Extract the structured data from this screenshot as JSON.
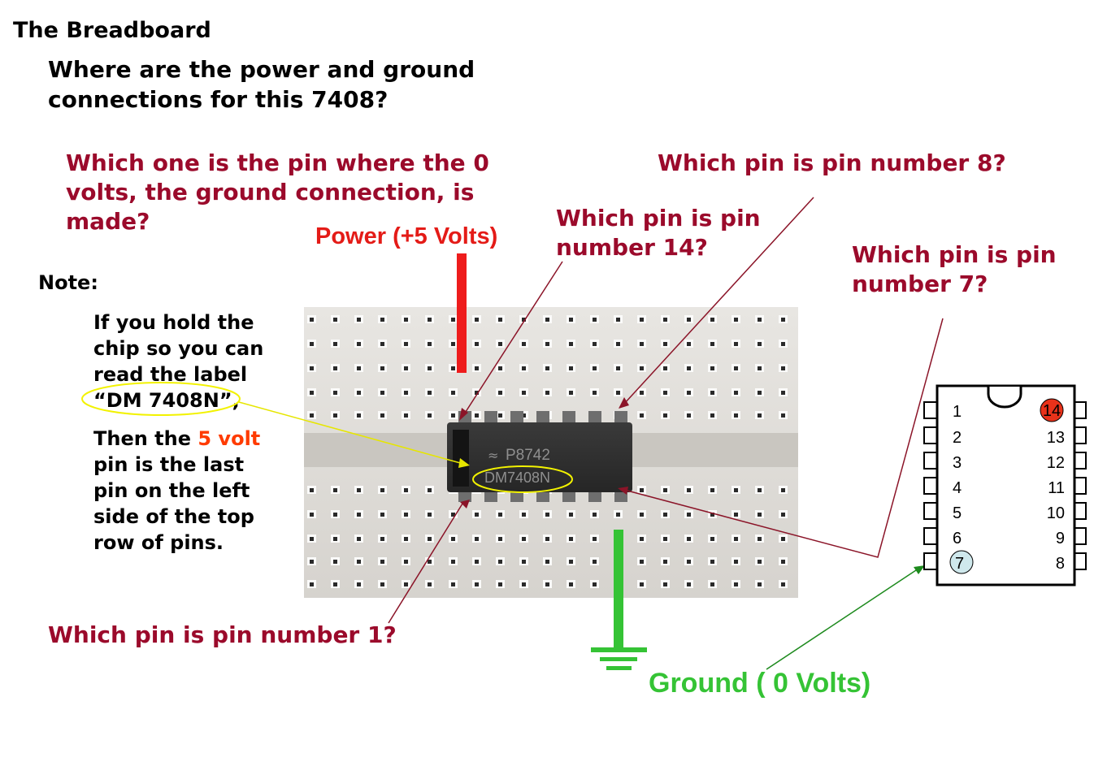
{
  "heading": "The Breadboard",
  "main_question": {
    "line1": "Where are the power and ground",
    "line2": "connections for this 7408?"
  },
  "q_ground_pin": {
    "line1": "Which one is the pin where the 0",
    "line2": "volts, the ground connection, is",
    "line3": "made?"
  },
  "q_pin8": "Which pin is pin number 8?",
  "q_pin14": {
    "line1": "Which pin is pin",
    "line2": "number 14?"
  },
  "q_pin7": {
    "line1": "Which pin is pin",
    "line2": "number 7?"
  },
  "q_pin1": "Which pin is pin number 1?",
  "power_label": "Power (+5 Volts)",
  "ground_label": "Ground ( 0 Volts)",
  "note": {
    "title": "Note:",
    "p1": [
      "If you hold the",
      "chip so you can",
      "read the label",
      "“DM 7408N”,"
    ],
    "p2_prefix": "Then the ",
    "p2_highlight": "5 volt",
    "p2_rest": [
      "pin is the  last",
      "pin on the left",
      "side of the top",
      "row of pins."
    ]
  },
  "chip_print": {
    "line1": "P8742",
    "line2": "DM7408N"
  },
  "pinout": {
    "left": [
      "1",
      "2",
      "3",
      "4",
      "5",
      "6",
      "7"
    ],
    "right": [
      "14",
      "13",
      "12",
      "11",
      "10",
      "9",
      "8"
    ]
  },
  "colors": {
    "question_red": "#9b0a2b",
    "power_red": "#e41b17",
    "ground_green": "#35c335",
    "five_volt_orange": "#ff3b00",
    "callout_yellow": "#f2f200",
    "pin14_marker": "#e8321a",
    "pin7_marker": "#cfe8ec"
  }
}
